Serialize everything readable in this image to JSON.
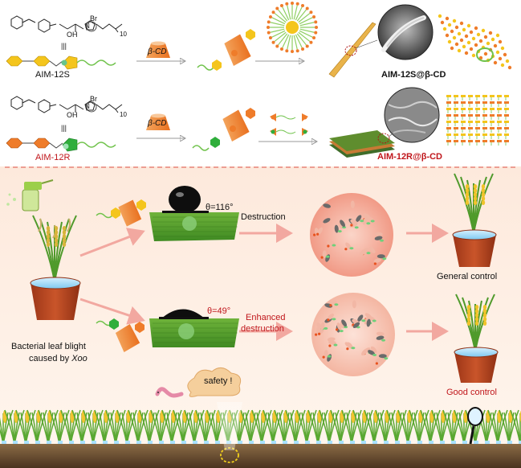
{
  "molecules": {
    "top_name": "AIM-12S",
    "bottom_name": "AIM-12R",
    "br_label": "Br",
    "oh_label": "OH",
    "n_label": "N",
    "subscript": "10",
    "equiv_sign": "|||"
  },
  "host": {
    "label": "β-CD"
  },
  "assemblies": {
    "top": "AIM-12S@β-CD",
    "bottom": "AIM-12R@β-CD"
  },
  "contact_angles": {
    "top": "θ=116°",
    "bottom": "θ=49°"
  },
  "process": {
    "destruction": "Destruction",
    "enhanced_line1": "Enhanced",
    "enhanced_line2": "destruction"
  },
  "disease": {
    "line1": "Bacterial leaf blight",
    "line2_prefix": "caused by ",
    "pathogen": "Xoo"
  },
  "outcomes": {
    "general": "General control",
    "good": "Good control"
  },
  "safety": {
    "label": "safety !"
  },
  "colors": {
    "orange": "#ef7c2a",
    "yellow": "#f4c51c",
    "green": "#2fae3b",
    "red_text": "#c0161b",
    "leaf_green": "#4c9a2a",
    "bacteria_pink": "#f6b8a6",
    "soil": "#6b4a2e"
  }
}
